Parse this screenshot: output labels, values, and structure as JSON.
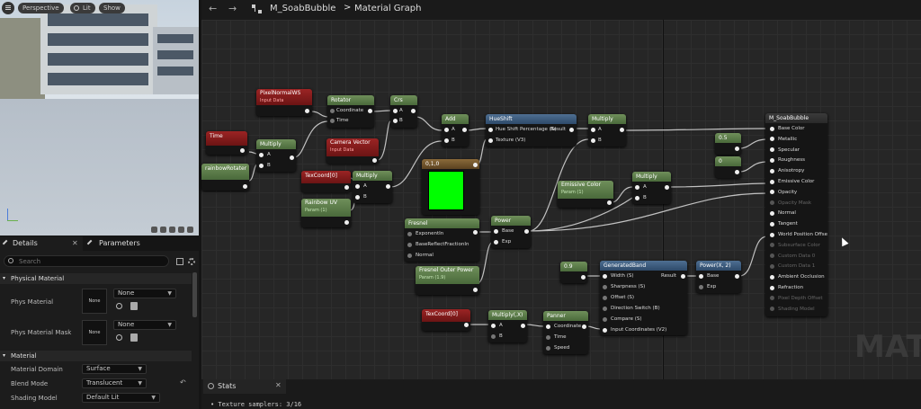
{
  "viewport": {
    "perspective": "Perspective",
    "lit": "Lit",
    "show": "Show"
  },
  "toolbar": {
    "asset": "M_SoabBubble",
    "separator": ">",
    "graph": "Material Graph"
  },
  "details": {
    "tab_details": "Details",
    "tab_parameters": "Parameters",
    "search_placeholder": "Search",
    "section_physical": "Physical Material",
    "phys_material": "Phys Material",
    "phys_material_mask": "Phys Material Mask",
    "none": "None",
    "section_material": "Material",
    "material_domain": "Material Domain",
    "material_domain_value": "Surface",
    "blend_mode": "Blend Mode",
    "blend_mode_value": "Translucent",
    "shading_model": "Shading Model",
    "shading_model_value": "Default Lit"
  },
  "stats": {
    "tab": "Stats",
    "line": "• Texture samplers: 3/16"
  },
  "watermark": "MATE",
  "nodes": {
    "pixelnormal": {
      "title": "PixelNormalWS",
      "sub": "Input Data"
    },
    "rotator": {
      "title": "Rotator",
      "pins": [
        "Coordinate",
        "Time"
      ]
    },
    "crs": {
      "title": "Crs"
    },
    "time": {
      "title": "Time"
    },
    "multiply1": {
      "title": "Multiply"
    },
    "rainbowrotater": {
      "title": "rainbowRotater"
    },
    "camvec": {
      "title": "Camera Vector",
      "sub": "Input Data"
    },
    "add": {
      "title": "Add"
    },
    "hueshift": {
      "title": "HueShift",
      "pins": [
        "Hue Shift Percentage (S)",
        "Texture (V3)"
      ],
      "out": "Result"
    },
    "multiply2": {
      "title": "Multiply"
    },
    "texcoord0": {
      "title": "TexCoord[0]"
    },
    "multiply3": {
      "title": "Multiply"
    },
    "rainbowuv": {
      "title": "Rainbow UV",
      "sub": "Param (1)"
    },
    "rgb": {
      "title": "0,1,0"
    },
    "emissivecolor": {
      "title": "Emissive Color",
      "sub": "Param (1)"
    },
    "multiply4": {
      "title": "Multiply"
    },
    "const1": {
      "title": "0.5"
    },
    "const2": {
      "title": "0"
    },
    "fresnel": {
      "title": "Fresnel",
      "pins": [
        "ExponentIn",
        "BaseReflectFractionIn",
        "Normal"
      ]
    },
    "power": {
      "title": "Power",
      "pins": [
        "Base",
        "Exp"
      ]
    },
    "fresnelouter": {
      "title": "Fresnel Outer Power",
      "sub": "Param (1.9)"
    },
    "const3": {
      "title": "0.9"
    },
    "generatedband": {
      "title": "GeneratedBand",
      "pins": [
        "Width (S)",
        "Sharpness (S)",
        "Offset (S)",
        "Direction Switch (B)",
        "Compare (S)",
        "Input Coordinates (V2)"
      ],
      "out": "Result"
    },
    "power2": {
      "title": "Power(X, 2)",
      "pins": [
        "Base",
        "Exp"
      ]
    },
    "texcoord02": {
      "title": "TexCoord[0]"
    },
    "multiplyx": {
      "title": "Multiply(,X)"
    },
    "panner": {
      "title": "Panner",
      "pins": [
        "Coordinate",
        "Time",
        "Speed"
      ]
    },
    "ab": {
      "a": "A",
      "b": "B"
    },
    "main": {
      "title": "M_SoabBubble",
      "pins": [
        "Base Color",
        "Metallic",
        "Specular",
        "Roughness",
        "Anisotropy",
        "Emissive Color",
        "Opacity",
        "Opacity Mask",
        "Normal",
        "Tangent",
        "World Position Offset",
        "Subsurface Color",
        "Custom Data 0",
        "Custom Data 1",
        "Ambient Occlusion",
        "Refraction",
        "Pixel Depth Offset",
        "Shading Model"
      ]
    }
  },
  "colors": {
    "green_preview": "#00ff00",
    "accent": "#4e6f92"
  }
}
